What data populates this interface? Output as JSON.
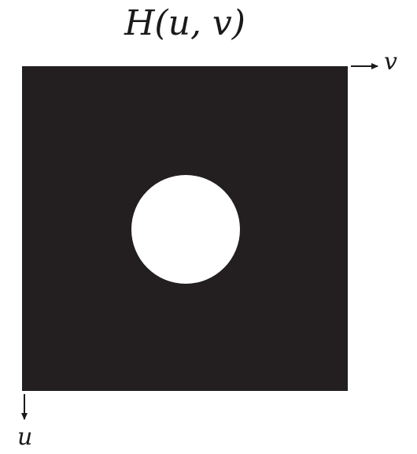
{
  "figure": {
    "title": "H(u, v)",
    "axis_labels": {
      "horizontal": "v",
      "vertical": "u"
    },
    "colors": {
      "background_region": "#231f20",
      "passband_region": "#ffffff"
    }
  }
}
